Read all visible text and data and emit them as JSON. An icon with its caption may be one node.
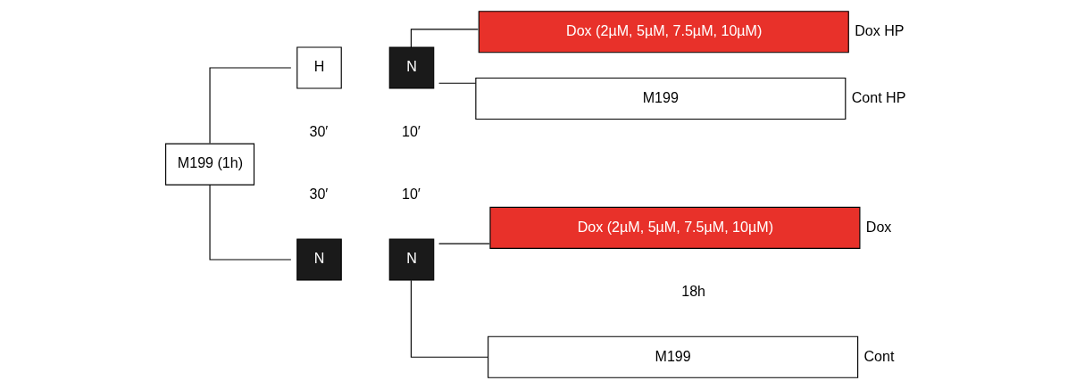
{
  "diagram": {
    "nodes": [
      {
        "text": [
          "M199 (1h)"
        ]
      },
      {
        "text": [
          "N"
        ]
      },
      {
        "text": [
          "N"
        ]
      },
      {
        "text": [
          "H"
        ]
      },
      {
        "text": [
          "N"
        ]
      },
      {
        "text": [
          "M199"
        ],
        "beside": [
          "Cont"
        ]
      },
      {
        "text": [
          "Dox (2µM, 5µM, 7.5µM, 10µM)"
        ],
        "beside": [
          "Dox"
        ]
      },
      {
        "text": [
          "M199"
        ],
        "beside": [
          "Cont HP"
        ]
      },
      {
        "text": [
          "Dox (2µM, 5µM, 7.5µM, 10µM)"
        ],
        "beside": [
          "Dox HP"
        ]
      }
    ],
    "edges": [
      {
        "from": 0,
        "to": 1,
        "arrow": "none"
      },
      {
        "from": 0,
        "to": 3,
        "arrow": "none"
      },
      {
        "from": 2,
        "to": 5,
        "arrow": "none"
      },
      {
        "from": 2,
        "to": 6,
        "arrow": "none"
      },
      {
        "from": 4,
        "to": 7,
        "arrow": "none"
      },
      {
        "from": 4,
        "to": 8,
        "arrow": "none"
      }
    ],
    "labels": [
      "18h",
      "30′",
      "10′",
      "30′",
      "10′"
    ]
  }
}
